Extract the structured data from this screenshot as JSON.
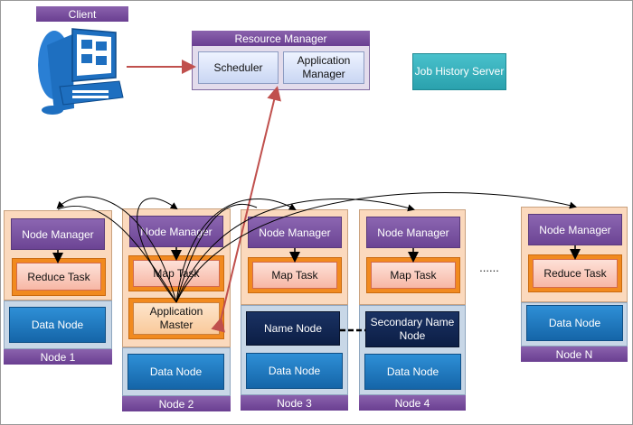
{
  "client": {
    "label": "Client",
    "icon": "computer-icon"
  },
  "resource_manager": {
    "title": "Resource Manager",
    "scheduler": "Scheduler",
    "application_manager": "Application Manager"
  },
  "job_history_server": {
    "label": "Job History Server"
  },
  "ellipsis": "......",
  "nodes": [
    {
      "name": "Node 1",
      "node_manager": "Node Manager",
      "task": "Reduce Task",
      "data_node": "Data Node"
    },
    {
      "name": "Node 2",
      "node_manager": "Node Manager",
      "task": "Map Task",
      "application_master": "Application Master",
      "data_node": "Data Node"
    },
    {
      "name": "Node 3",
      "node_manager": "Node Manager",
      "task": "Map Task",
      "name_node": "Name Node",
      "data_node": "Data Node"
    },
    {
      "name": "Node 4",
      "node_manager": "Node Manager",
      "task": "Map Task",
      "secondary_name_node": "Secondary Name Node",
      "data_node": "Data Node"
    },
    {
      "name": "Node N",
      "node_manager": "Node Manager",
      "task": "Reduce Task",
      "data_node": "Data Node"
    }
  ],
  "colors": {
    "purple": "#6a3f91",
    "orange": "#f18a1f",
    "blue": "#1565a8",
    "navy": "#0c1e45",
    "teal": "#2aa1ad",
    "arrow_red": "#c0504d"
  }
}
